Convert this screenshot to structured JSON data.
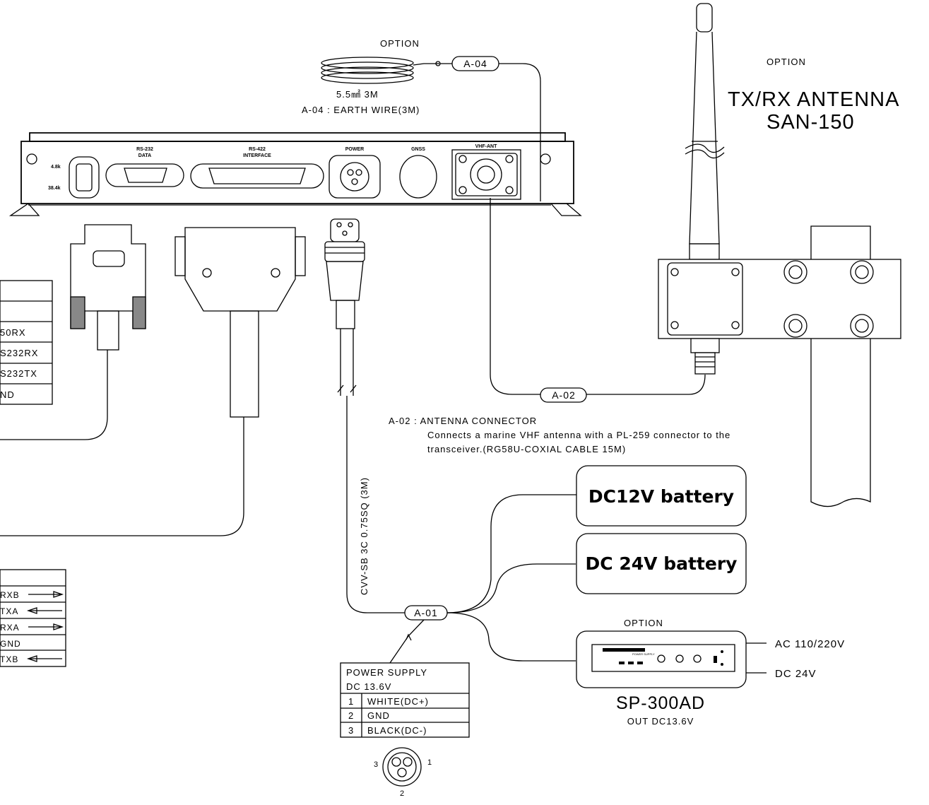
{
  "earth_wire": {
    "option": "OPTION",
    "tag": "A-04",
    "size": "5.5㎟ 3M",
    "desc": "A-04 : EARTH WIRE(3M)"
  },
  "antenna": {
    "option": "OPTION",
    "title": "TX/RX ANTENNA",
    "model": "SAN-150"
  },
  "panel": {
    "baud_high": "4.8k",
    "baud_low": "38.4k",
    "rs232": "RS-232",
    "rs232_sub": "DATA",
    "rs422": "RS-422",
    "rs422_sub": "INTERFACE",
    "power": "POWER",
    "gnss": "GNSS",
    "vhf": "VHF-ANT"
  },
  "rs232_table": {
    "rows": [
      "",
      "",
      "50RX",
      "S232RX",
      "S232TX",
      "ND"
    ]
  },
  "rs422_table": {
    "rows": [
      "",
      "RXB",
      "TXA",
      "RXA",
      "GND",
      "TXB"
    ]
  },
  "antenna_cable": {
    "tag": "A-02",
    "line1": "A-02 : ANTENNA CONNECTOR",
    "line2": "Connects a marine VHF antenna with a PL-259 connector to the",
    "line3": "transceiver.(RG58U-COXIAL CABLE  15M)"
  },
  "power_cable": {
    "label": "CVV-SB 3C 0.75SQ (3M)",
    "tag": "A-01"
  },
  "batteries": {
    "dc12": "DC12V battery",
    "dc24": "DC 24V battery"
  },
  "psu": {
    "option": "OPTION",
    "input_ac": "AC 110/220V",
    "input_dc": "DC  24V",
    "model": "SP-300AD",
    "output": "OUT DC13.6V",
    "front_label": "POWER SUPPLY"
  },
  "power_table": {
    "title": "POWER SUPPLY",
    "voltage": "DC 13.6V",
    "pins": [
      {
        "no": "1",
        "wire": "WHITE(DC+)"
      },
      {
        "no": "2",
        "wire": "GND"
      },
      {
        "no": "3",
        "wire": "BLACK(DC-)"
      }
    ]
  },
  "plug_pins": {
    "p1": "1",
    "p2": "2",
    "p3": "3"
  }
}
